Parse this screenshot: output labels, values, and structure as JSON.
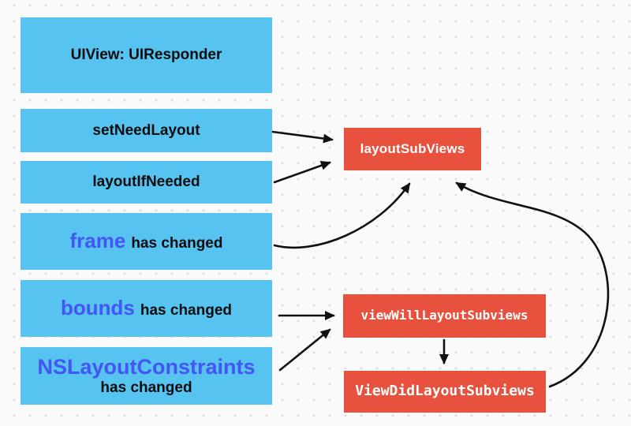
{
  "colors": {
    "background": "#fafafa",
    "dot": "#d9d9d9",
    "blue_box": "#56C3F1",
    "red_box": "#E8513D",
    "keyword_accent": "#4355F2",
    "text_dark": "#0d0d0d",
    "box_text_light": "#ffffff",
    "arrow": "#111111"
  },
  "nodes": {
    "uiview": {
      "label": "UIView: UIResponder"
    },
    "set_need_layout": {
      "label": "setNeedLayout"
    },
    "layout_if_needed": {
      "label": "layoutIfNeeded"
    },
    "frame_changed": {
      "keyword": "frame",
      "suffix": "has changed"
    },
    "bounds_changed": {
      "keyword": "bounds",
      "suffix": "has changed"
    },
    "constraints_changed": {
      "keyword": "NSLayoutConstraints",
      "suffix": "has changed"
    },
    "layout_subviews": {
      "label": "layoutSubViews"
    },
    "view_will_layout_subviews": {
      "label": "viewWillLayoutSubviews"
    },
    "view_did_layout_subviews": {
      "label": "ViewDidLayoutSubviews"
    }
  },
  "edges": [
    {
      "from": "setNeedLayout",
      "to": "layoutSubViews"
    },
    {
      "from": "layoutIfNeeded",
      "to": "layoutSubViews"
    },
    {
      "from": "frame has changed",
      "to": "layoutSubViews"
    },
    {
      "from": "bounds has changed",
      "to": "viewWillLayoutSubviews"
    },
    {
      "from": "NSLayoutConstraints has changed",
      "to": "viewWillLayoutSubviews"
    },
    {
      "from": "viewWillLayoutSubviews",
      "to": "ViewDidLayoutSubviews"
    },
    {
      "from": "ViewDidLayoutSubviews",
      "to": "layoutSubViews"
    }
  ]
}
